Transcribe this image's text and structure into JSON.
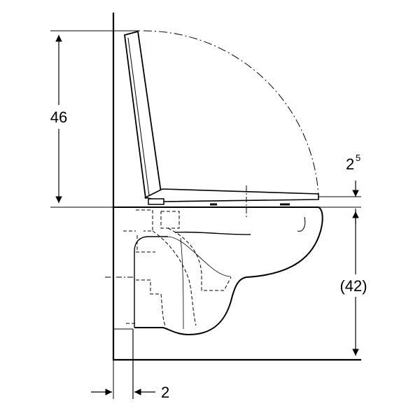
{
  "drawing": {
    "type": "technical side-view dimension drawing",
    "line_color": "#000000",
    "background": "#ffffff"
  },
  "dimensions": {
    "lid_height": "46",
    "seat_offset_base": "2",
    "seat_offset_exp": "5",
    "bowl_height": "(42)",
    "wall_gap": "2"
  }
}
